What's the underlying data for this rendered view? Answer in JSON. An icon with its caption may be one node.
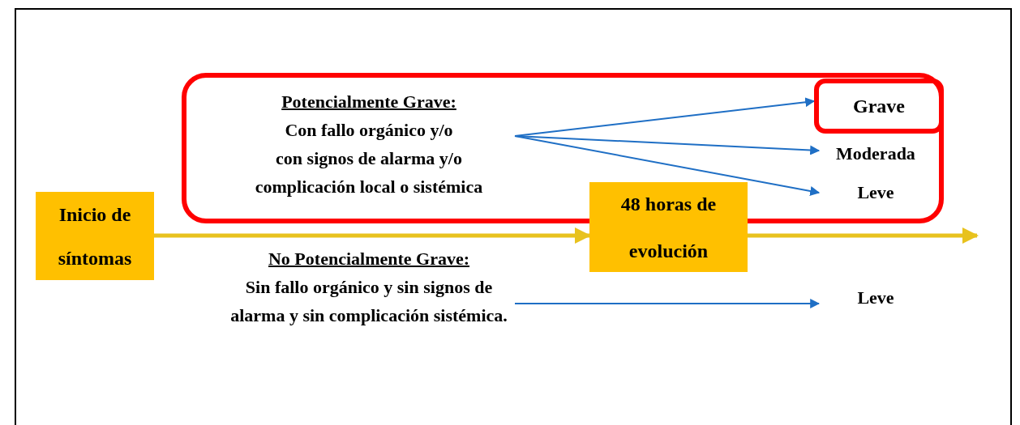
{
  "diagram": {
    "nodes": [
      {
        "text": [],
        "shape": "box"
      },
      {
        "text": [
          "Potencialmente Grave:",
          "Con fallo orgánico y/o con signos de alarma y/o complicación local o sistémica"
        ],
        "in": 0
      },
      {
        "text": [
          "Grave"
        ],
        "in": 0
      },
      {
        "text": [
          "Moderada"
        ],
        "in": 0
      },
      {
        "text": [
          "Leve"
        ],
        "in": 0
      },
      {
        "text": [
          "Inicio de síntomas"
        ]
      },
      {
        "text": [
          "48 horas de evolución"
        ]
      },
      {
        "text": [
          "No Potencialmente Grave:",
          "Sin fallo orgánico y sin signos de alarma y sin complicación sistémica."
        ]
      },
      {
        "text": [
          "Leve"
        ]
      }
    ],
    "edges": [
      {
        "from": 1,
        "to": 2,
        "arrow": "to"
      },
      {
        "from": 1,
        "to": 3,
        "arrow": "to"
      },
      {
        "from": 1,
        "to": 4,
        "arrow": "to"
      },
      {
        "from": 7,
        "to": 8,
        "arrow": "to"
      },
      {
        "from": 5,
        "to": 6,
        "arrow": "to",
        "style": "thick",
        "color": "#e8c21e"
      },
      {
        "from": 6,
        "to": null,
        "arrow": "to",
        "style": "thick",
        "color": "#e8c21e"
      }
    ]
  }
}
